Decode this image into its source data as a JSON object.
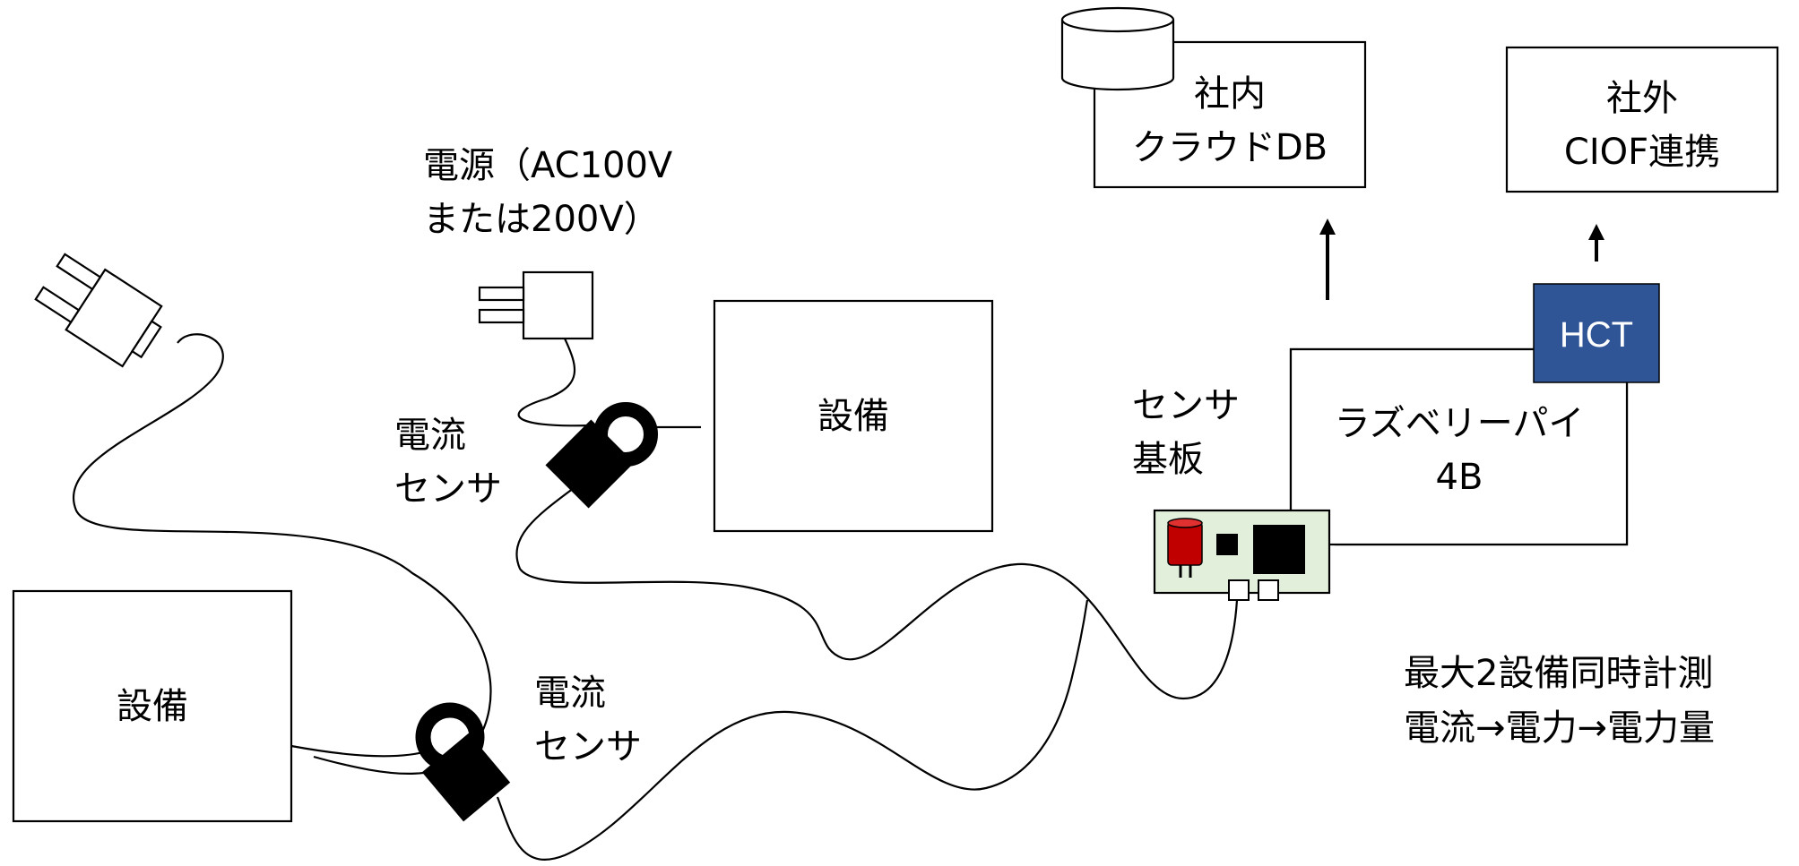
{
  "labels": {
    "power": [
      "電源（AC100V",
      "または200V）"
    ],
    "current_sensor_upper": [
      "電流",
      "センサ"
    ],
    "current_sensor_lower": [
      "電流",
      "センサ"
    ],
    "equipment_upper": "設備",
    "equipment_lower": "設備",
    "sensor_board": [
      "センサ",
      "基板"
    ],
    "raspberry_pi": [
      "ラズベリーパイ",
      "4B"
    ],
    "hct": "HCT",
    "cloud_db": [
      "社内",
      "クラウドDB"
    ],
    "ciof": [
      "社外",
      "CIOF連携"
    ],
    "measurement": [
      "最大2設備同時計測",
      "電流→電力→電力量"
    ]
  },
  "colors": {
    "hct_fill": "#2f5597",
    "hct_text": "#ffffff",
    "board_fill": "#e2efda",
    "capacitor": "#c00000",
    "stroke": "#000000"
  }
}
